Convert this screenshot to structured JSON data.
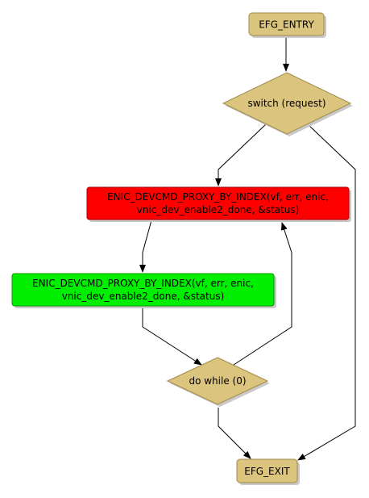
{
  "colors": {
    "terminal_fill": "#dbc47d",
    "terminal_stroke": "#a0894a",
    "decision_fill": "#dbc47d",
    "decision_stroke": "#a0894a",
    "process_red_fill": "#ff0000",
    "process_red_stroke": "#aa0000",
    "process_green_fill": "#00ee00",
    "process_green_stroke": "#009900",
    "shadow": "#c9c9c9",
    "edge": "#000000"
  },
  "nodes": {
    "entry": {
      "label": "EFG_ENTRY"
    },
    "switch": {
      "label": "switch (request)"
    },
    "proxy_red": {
      "line1": "ENIC_DEVCMD_PROXY_BY_INDEX(vf, err, enic,",
      "line2": "vnic_dev_enable2_done, &status)"
    },
    "proxy_green": {
      "line1": "ENIC_DEVCMD_PROXY_BY_INDEX(vf, err, enic,",
      "line2": "vnic_dev_enable2_done, &status)"
    },
    "do_while": {
      "label": "do while (0)"
    },
    "exit": {
      "label": "EFG_EXIT"
    }
  }
}
